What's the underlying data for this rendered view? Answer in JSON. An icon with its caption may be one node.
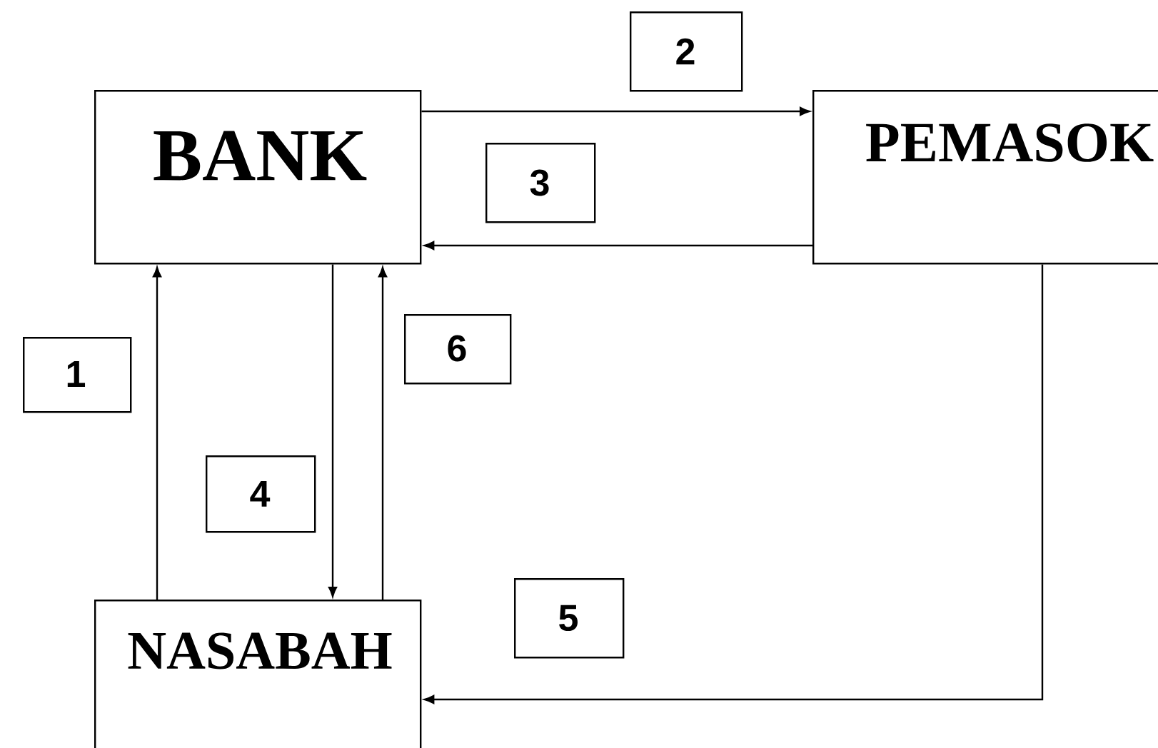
{
  "diagram": {
    "nodes": [
      {
        "text": [
          "BANK"
        ]
      },
      {
        "text": [
          "PEMASOK"
        ]
      },
      {
        "text": [
          "NASABAH"
        ]
      },
      {
        "text": [
          "1"
        ]
      },
      {
        "text": [
          "2"
        ]
      },
      {
        "text": [
          "3"
        ]
      },
      {
        "text": [
          "4"
        ]
      },
      {
        "text": [
          "5"
        ]
      },
      {
        "text": [
          "6"
        ]
      }
    ],
    "edges": [
      {
        "from": 2,
        "to": 0,
        "arrow": "to"
      },
      {
        "from": 0,
        "to": 1,
        "arrow": "to"
      },
      {
        "from": 1,
        "to": 0,
        "arrow": "to"
      },
      {
        "from": 0,
        "to": 2,
        "arrow": "to"
      },
      {
        "from": 1,
        "to": 2,
        "arrow": "to"
      },
      {
        "from": 2,
        "to": 0,
        "arrow": "to"
      }
    ]
  }
}
